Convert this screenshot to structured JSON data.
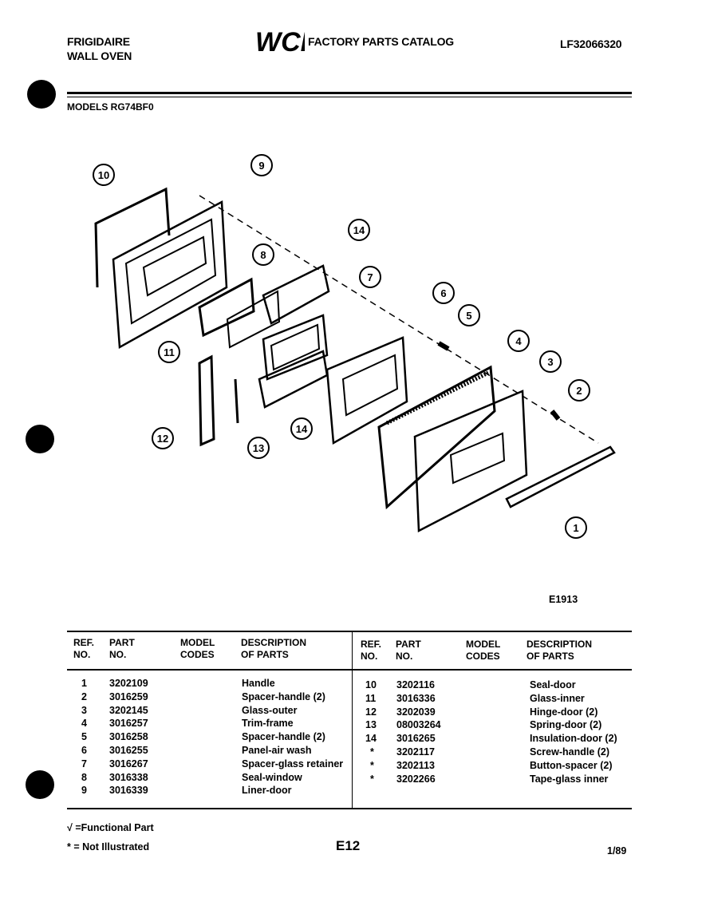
{
  "header": {
    "brand_line1": "FRIGIDAIRE",
    "brand_line2": "WALL OVEN",
    "logo_text": "WCI",
    "catalog_title": "FACTORY PARTS CATALOG",
    "catalog_number": "LF32066320",
    "models_line": "MODELS RG74BF0"
  },
  "diagram": {
    "code": "E1913",
    "callouts": [
      "10",
      "9",
      "14",
      "8",
      "7",
      "6",
      "5",
      "4",
      "3",
      "2",
      "1",
      "11",
      "12",
      "13",
      "14"
    ]
  },
  "table": {
    "headers": {
      "ref_no": "REF. NO.",
      "part_no": "PART NO.",
      "model_codes": "MODEL CODES",
      "description": "DESCRIPTION OF PARTS"
    },
    "left": {
      "refs": [
        "1",
        "2",
        "3",
        "4",
        "5",
        "6",
        "7",
        "8",
        "9"
      ],
      "parts": [
        "3202109",
        "3016259",
        "3202145",
        "3016257",
        "3016258",
        "3016255",
        "3016267",
        "3016338",
        "3016339"
      ],
      "descriptions": [
        "Handle",
        "Spacer-handle (2)",
        "Glass-outer",
        "Trim-frame",
        "Spacer-handle (2)",
        "Panel-air wash",
        "Spacer-glass retainer",
        "Seal-window",
        "Liner-door"
      ]
    },
    "right": {
      "refs": [
        "10",
        "11",
        "12",
        "13",
        "14",
        "*",
        "*",
        "*"
      ],
      "parts": [
        "3202116",
        "3016336",
        "3202039",
        "08003264",
        "3016265",
        "3202117",
        "3202113",
        "3202266"
      ],
      "descriptions": [
        "Seal-door",
        "Glass-inner",
        "Hinge-door (2)",
        "Spring-door (2)",
        "Insulation-door (2)",
        "Screw-handle (2)",
        "Button-spacer (2)",
        "Tape-glass inner"
      ]
    }
  },
  "footer": {
    "functional_note": "√ =Functional Part",
    "not_illustrated_note": "* = Not Illustrated",
    "page_code": "E12",
    "date": "1/89"
  }
}
